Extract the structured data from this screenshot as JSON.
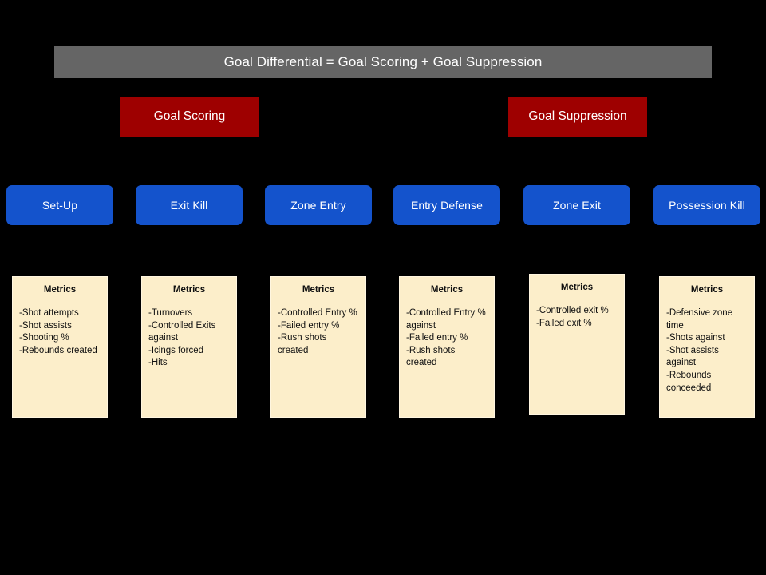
{
  "diagram": {
    "header": {
      "title": "Goal Differential = Goal Scoring + Goal Suppression",
      "color": "#656565"
    },
    "pillars": [
      {
        "label": "Goal Scoring",
        "color": "#9e0000"
      },
      {
        "label": "Goal Suppression",
        "color": "#9e0000"
      }
    ],
    "categories": [
      {
        "label": "Set-Up",
        "color": "#1453CC"
      },
      {
        "label": "Exit Kill",
        "color": "#1453CC"
      },
      {
        "label": "Zone Entry",
        "color": "#1453CC"
      },
      {
        "label": "Entry Defense",
        "color": "#1453CC"
      },
      {
        "label": "Zone Exit",
        "color": "#1453CC"
      },
      {
        "label": "Possession Kill",
        "color": "#1453CC"
      }
    ],
    "metrics_cards": [
      {
        "title": "Metrics",
        "items": "-Shot attempts\n-Shot assists\n-Shooting %\n-Rebounds created",
        "color": "#FCEECA"
      },
      {
        "title": "Metrics",
        "items": "-Turnovers\n-Controlled Exits against\n-Icings forced\n-Hits",
        "color": "#FCEECA"
      },
      {
        "title": "Metrics",
        "items": "-Controlled Entry %\n-Failed entry %\n-Rush shots created",
        "color": "#FCEECA"
      },
      {
        "title": "Metrics",
        "items": "-Controlled Entry % against\n-Failed entry %\n-Rush shots created",
        "color": "#FCEECA"
      },
      {
        "title": "Metrics",
        "items": "-Controlled exit %\n-Failed exit %",
        "color": "#FCEECA"
      },
      {
        "title": "Metrics",
        "items": "-Defensive zone time\n-Shots against\n-Shot assists against\n-Rebounds conceeded",
        "color": "#FCEECA"
      }
    ],
    "background_color": "#000000"
  }
}
